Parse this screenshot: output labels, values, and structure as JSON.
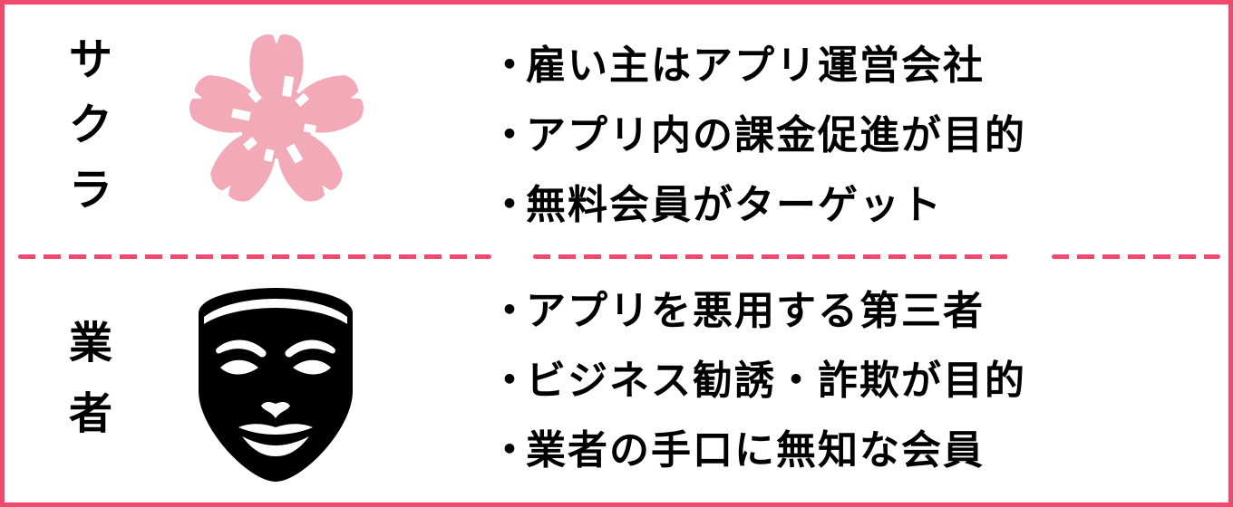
{
  "colors": {
    "border": "#f04a6e",
    "flower": "#f2aab8",
    "mask": "#000000",
    "text": "#000000",
    "background": "#ffffff"
  },
  "sections": [
    {
      "label": "サクラ",
      "label_chars": [
        "サ",
        "ク",
        "ラ"
      ],
      "icon": "cherry-blossom-icon",
      "bullet_marker": "・",
      "bullets": [
        "雇い主はアプリ運営会社",
        "アプリ内の課金促進が目的",
        "無料会員がターゲット"
      ]
    },
    {
      "label": "業者",
      "label_chars": [
        "業",
        "者"
      ],
      "icon": "mask-icon",
      "bullet_marker": "・",
      "bullets": [
        "アプリを悪用する第三者",
        "ビジネス勧誘・詐欺が目的",
        "業者の手口に無知な会員"
      ]
    }
  ]
}
